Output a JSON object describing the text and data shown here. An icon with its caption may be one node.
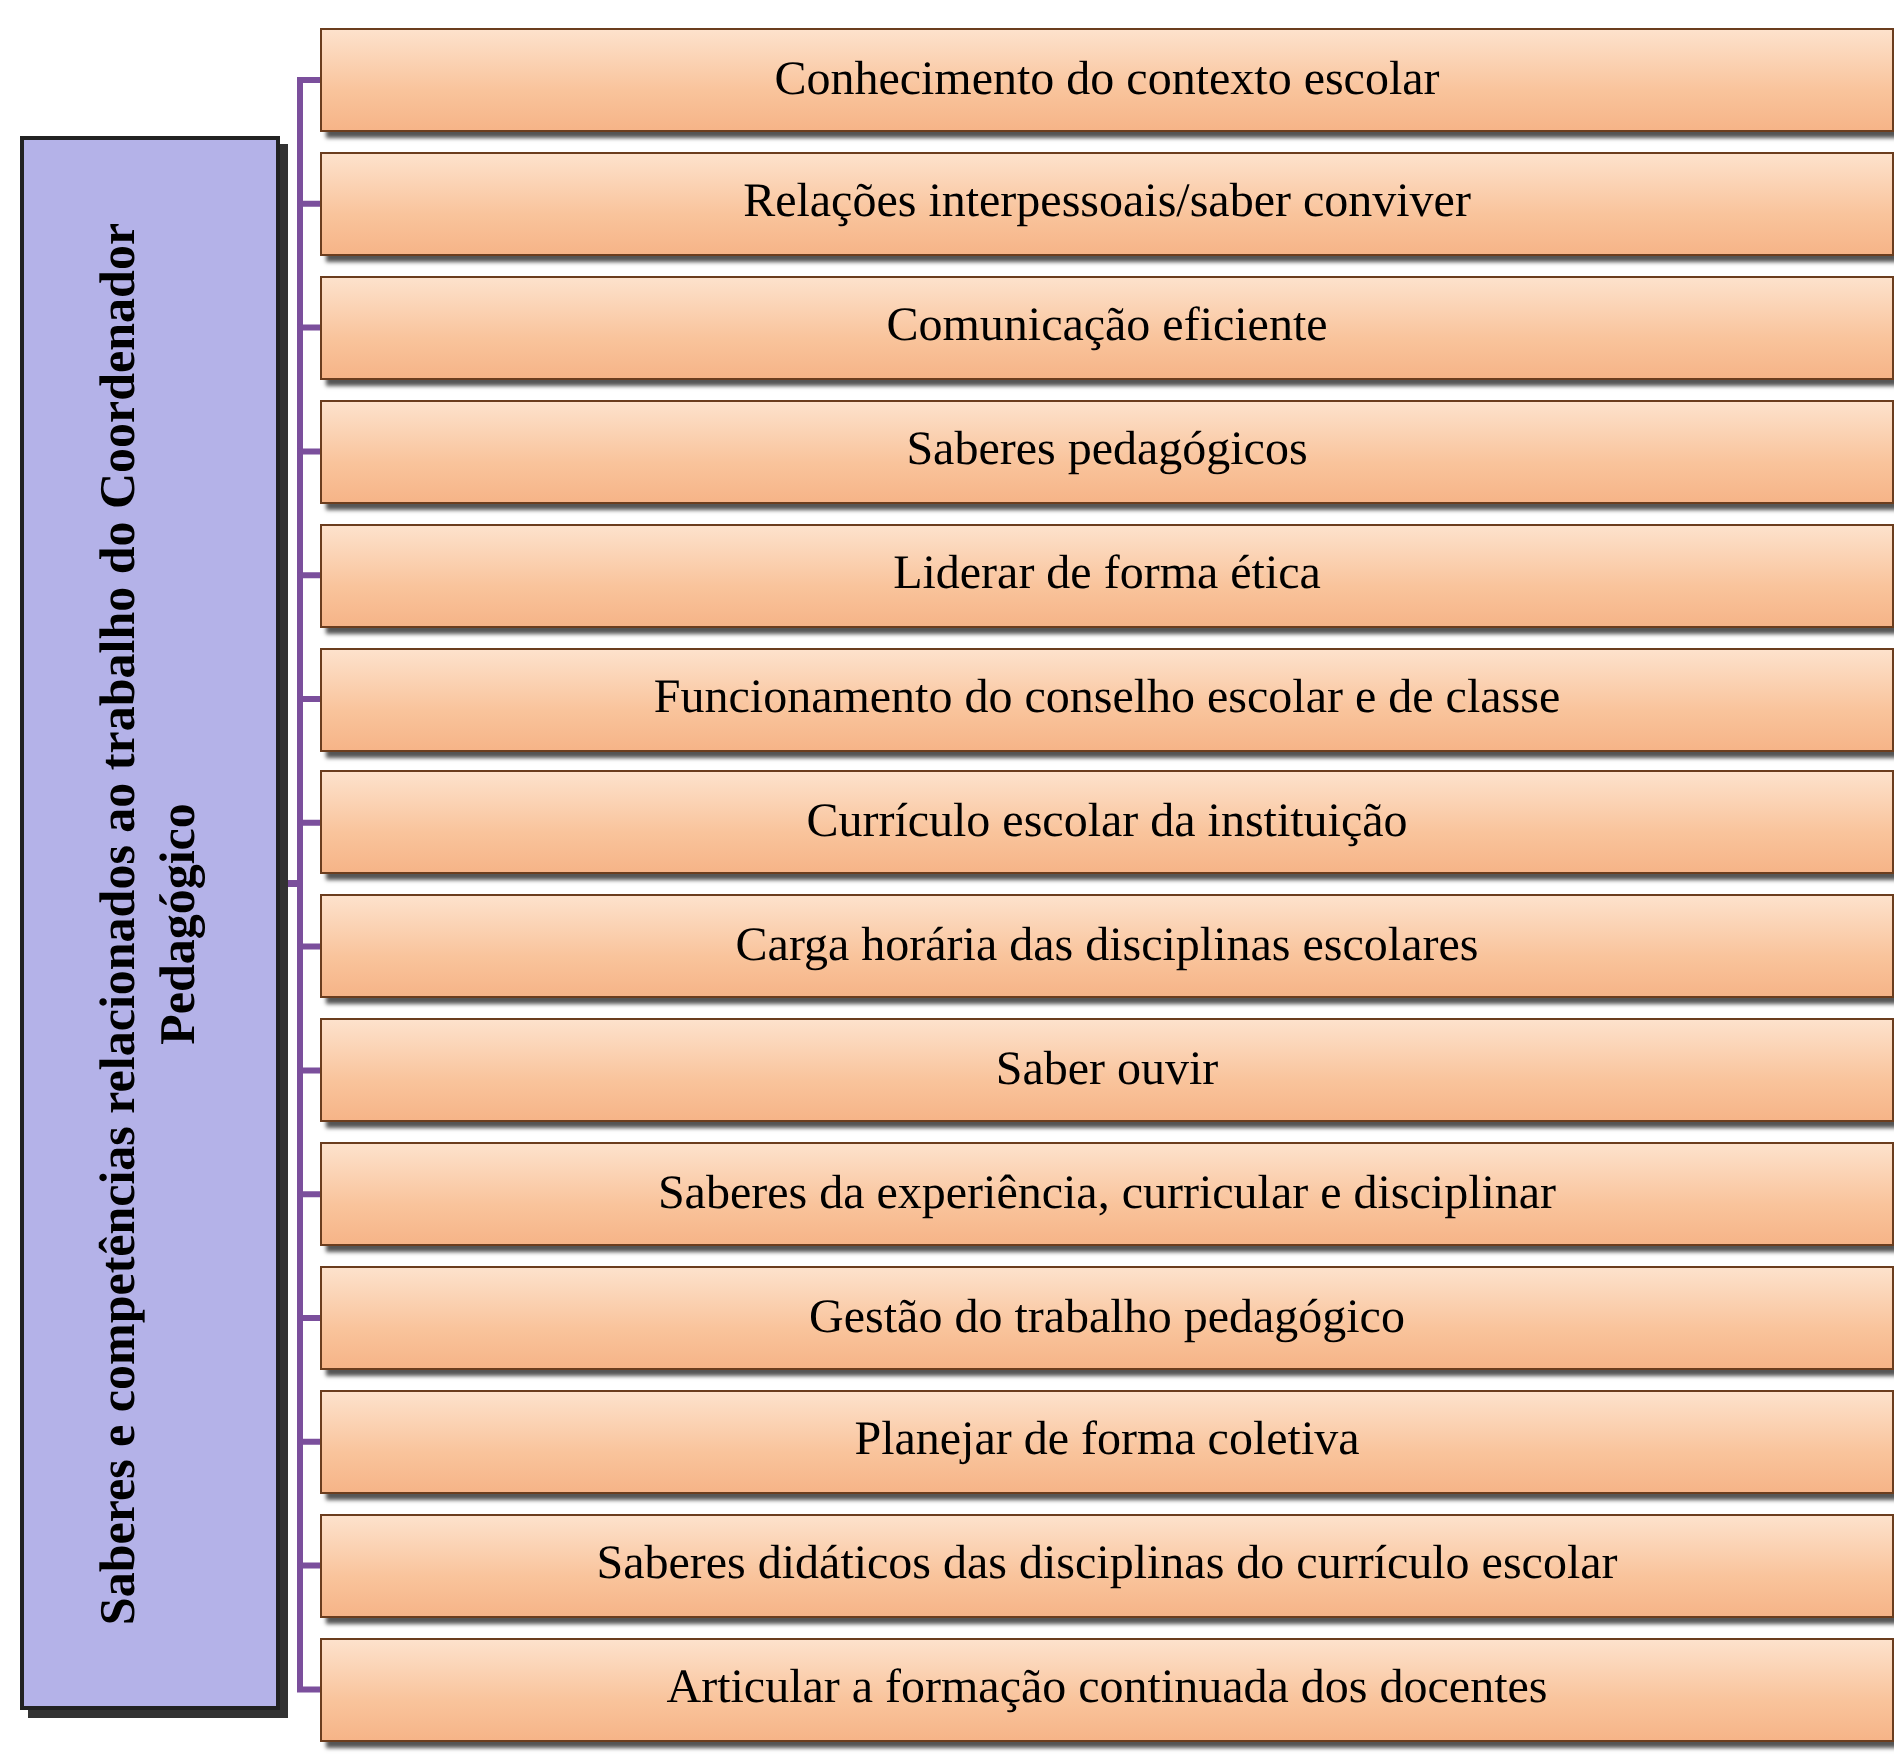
{
  "diagram": {
    "nodes": [
      {
        "text": [
          "Saberes e competências relacionados ao trabalho do Coordenador Pedagógico"
        ]
      },
      {
        "text": [
          "Conhecimento do contexto escolar"
        ]
      },
      {
        "text": [
          "Relações interpessoais/saber conviver"
        ]
      },
      {
        "text": [
          "Comunicação eficiente"
        ]
      },
      {
        "text": [
          "Saberes pedagógicos"
        ]
      },
      {
        "text": [
          "Liderar de forma ética"
        ]
      },
      {
        "text": [
          "Funcionamento do conselho escolar e de classe"
        ]
      },
      {
        "text": [
          "Currículo escolar da instituição"
        ]
      },
      {
        "text": [
          "Carga horária das disciplinas escolares"
        ]
      },
      {
        "text": [
          "Saber ouvir"
        ]
      },
      {
        "text": [
          "Saberes da experiência, curricular e disciplinar"
        ]
      },
      {
        "text": [
          "Gestão do trabalho pedagógico"
        ]
      },
      {
        "text": [
          "Planejar de forma coletiva"
        ]
      },
      {
        "text": [
          "Saberes didáticos das disciplinas do currículo escolar"
        ]
      },
      {
        "text": [
          "Articular a formação continuada dos docentes"
        ]
      }
    ],
    "edges": [
      {
        "from": 0,
        "to": 1,
        "arrow": "none"
      },
      {
        "from": 0,
        "to": 2,
        "arrow": "none"
      },
      {
        "from": 0,
        "to": 3,
        "arrow": "none"
      },
      {
        "from": 0,
        "to": 4,
        "arrow": "none"
      },
      {
        "from": 0,
        "to": 5,
        "arrow": "none"
      },
      {
        "from": 0,
        "to": 6,
        "arrow": "none"
      },
      {
        "from": 0,
        "to": 7,
        "arrow": "none"
      },
      {
        "from": 0,
        "to": 8,
        "arrow": "none"
      },
      {
        "from": 0,
        "to": 9,
        "arrow": "none"
      },
      {
        "from": 0,
        "to": 10,
        "arrow": "none"
      },
      {
        "from": 0,
        "to": 11,
        "arrow": "none"
      },
      {
        "from": 0,
        "to": 12,
        "arrow": "none"
      },
      {
        "from": 0,
        "to": 13,
        "arrow": "none"
      },
      {
        "from": 0,
        "to": 14,
        "arrow": "none"
      }
    ]
  }
}
